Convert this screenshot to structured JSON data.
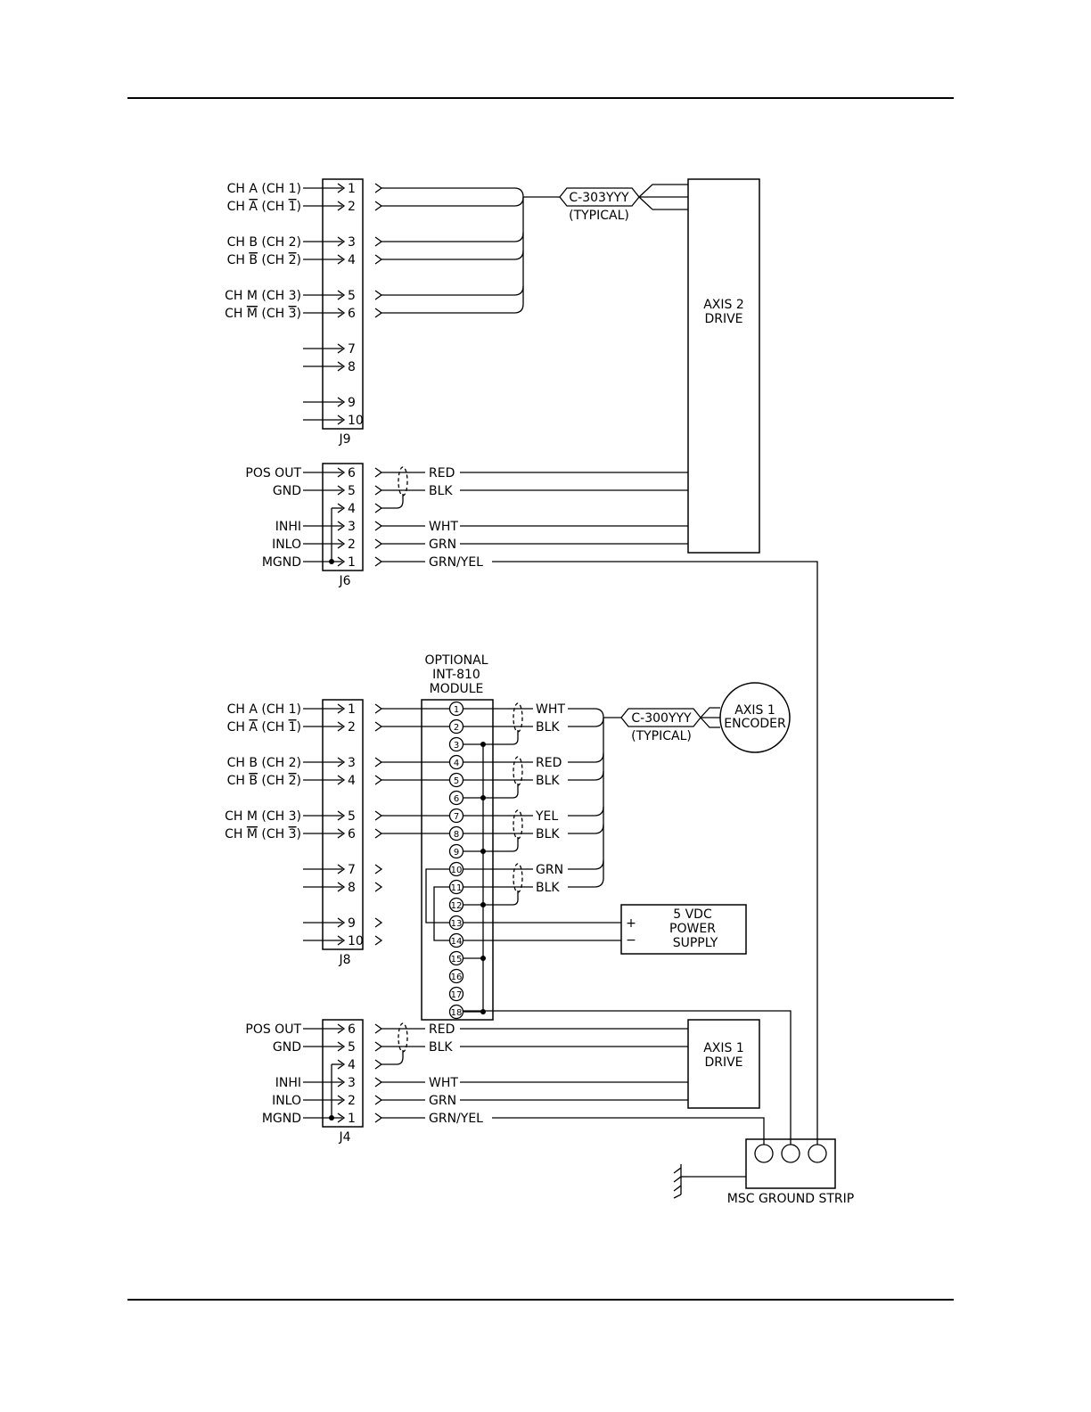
{
  "colors": {
    "ink": "#000000",
    "paper": "#ffffff"
  },
  "over_bar": "‾",
  "j9": {
    "label": "J9",
    "pins": [
      {
        "n": "1",
        "pre": "CH A (CH 1)",
        "bar": ""
      },
      {
        "n": "2",
        "pre": "CH ",
        "bar": "A",
        "mid": " (CH ",
        "bar2": "1",
        "post": ")"
      },
      {
        "n": "3",
        "pre": "CH B (CH 2)",
        "bar": ""
      },
      {
        "n": "4",
        "pre": "CH ",
        "bar": "B",
        "mid": " (CH ",
        "bar2": "2",
        "post": ")"
      },
      {
        "n": "5",
        "pre": "CH M (CH 3)",
        "bar": ""
      },
      {
        "n": "6",
        "pre": "CH ",
        "bar": "M",
        "mid": " (CH ",
        "bar2": "3",
        "post": ")"
      },
      {
        "n": "7",
        "pre": "",
        "bar": ""
      },
      {
        "n": "8",
        "pre": "",
        "bar": ""
      },
      {
        "n": "9",
        "pre": "",
        "bar": ""
      },
      {
        "n": "10",
        "pre": "",
        "bar": ""
      }
    ]
  },
  "j8": {
    "label": "J8",
    "pins": [
      {
        "n": "1",
        "pre": "CH A (CH 1)",
        "bar": ""
      },
      {
        "n": "2",
        "pre": "CH ",
        "bar": "A",
        "mid": " (CH ",
        "bar2": "1",
        "post": ")"
      },
      {
        "n": "3",
        "pre": "CH B (CH 2)",
        "bar": ""
      },
      {
        "n": "4",
        "pre": "CH ",
        "bar": "B",
        "mid": " (CH ",
        "bar2": "2",
        "post": ")"
      },
      {
        "n": "5",
        "pre": "CH M (CH 3)",
        "bar": ""
      },
      {
        "n": "6",
        "pre": "CH ",
        "bar": "M",
        "mid": " (CH ",
        "bar2": "3",
        "post": ")"
      },
      {
        "n": "7",
        "pre": "",
        "bar": ""
      },
      {
        "n": "8",
        "pre": "",
        "bar": ""
      },
      {
        "n": "9",
        "pre": "",
        "bar": ""
      },
      {
        "n": "10",
        "pre": "",
        "bar": ""
      }
    ]
  },
  "j6": {
    "label": "J6",
    "pins": [
      {
        "n": "6",
        "signal": "POS OUT",
        "wire": "RED"
      },
      {
        "n": "5",
        "signal": "GND",
        "wire": "BLK"
      },
      {
        "n": "4",
        "signal": "",
        "wire": ""
      },
      {
        "n": "3",
        "signal": "INHI",
        "wire": "WHT"
      },
      {
        "n": "2",
        "signal": "INLO",
        "wire": "GRN"
      },
      {
        "n": "1",
        "signal": "MGND",
        "wire": "GRN/YEL"
      }
    ]
  },
  "j4": {
    "label": "J4",
    "pins": [
      {
        "n": "6",
        "signal": "POS OUT",
        "wire": "RED"
      },
      {
        "n": "5",
        "signal": "GND",
        "wire": "BLK"
      },
      {
        "n": "4",
        "signal": "",
        "wire": ""
      },
      {
        "n": "3",
        "signal": "INHI",
        "wire": "WHT"
      },
      {
        "n": "2",
        "signal": "INLO",
        "wire": "GRN"
      },
      {
        "n": "1",
        "signal": "MGND",
        "wire": "GRN/YEL"
      }
    ]
  },
  "cable_axis2": {
    "name": "C-303YYY",
    "note": "(TYPICAL)"
  },
  "cable_axis1": {
    "name": "C-300YYY",
    "note": "(TYPICAL)"
  },
  "axis2_drive": {
    "line1": "AXIS 2",
    "line2": "DRIVE"
  },
  "axis1_drive": {
    "line1": "AXIS 1",
    "line2": "DRIVE"
  },
  "axis1_encoder": {
    "line1": "AXIS 1",
    "line2": "ENCODER"
  },
  "module": {
    "line1": "OPTIONAL",
    "line2": "INT-810",
    "line3": "MODULE",
    "terminals": [
      "1",
      "2",
      "3",
      "4",
      "5",
      "6",
      "7",
      "8",
      "9",
      "10",
      "11",
      "12",
      "13",
      "14",
      "15",
      "16",
      "17",
      "18"
    ]
  },
  "encoder_wires": [
    "WHT",
    "BLK",
    "RED",
    "BLK",
    "YEL",
    "BLK",
    "GRN",
    "BLK"
  ],
  "power_supply": {
    "line1": "5 VDC",
    "line2": "POWER",
    "line3": "SUPPLY",
    "plus": "+",
    "minus": "−"
  },
  "ground_strip": {
    "label": "MSC GROUND STRIP"
  }
}
